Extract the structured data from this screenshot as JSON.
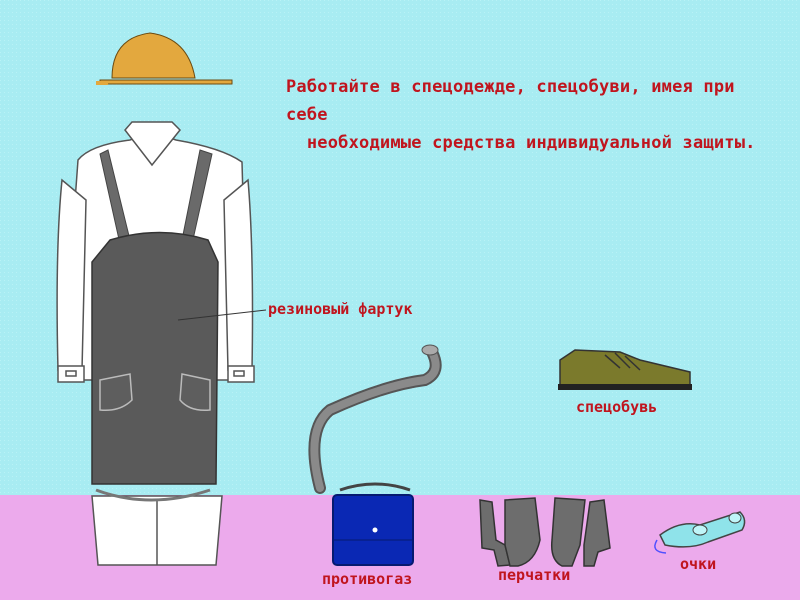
{
  "heading_line1": "Работайте в спецодежде, спецобуви, имея при себе",
  "heading_line2": "необходимые средства индивидуальной защиты.",
  "labels": {
    "apron": "резиновый фартук",
    "boots": "спецобувь",
    "gas_mask": "противогаз",
    "gloves": "перчатки",
    "goggles": "очки"
  },
  "colors": {
    "background": "#a8ecf2",
    "floor": "#ecaaec",
    "text": "#c0151e",
    "helmet": "#e3a83e",
    "apron": "#5a5a5a",
    "boots": "#7b7a2c",
    "gas_mask_bag": "#0a28b4",
    "goggles": "#8fe3ea"
  },
  "icons": [
    "helmet-icon",
    "apron-icon",
    "hose-icon",
    "boots-icon",
    "gas-mask-bag-icon",
    "gloves-icon",
    "goggles-icon"
  ]
}
